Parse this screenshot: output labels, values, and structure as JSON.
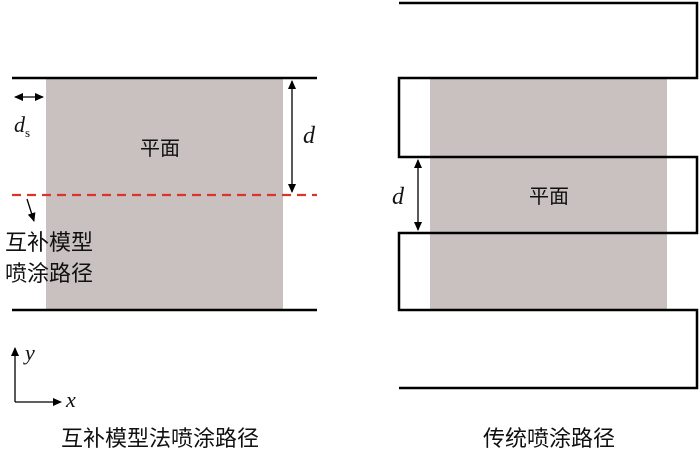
{
  "left_figure": {
    "plane_label": "平面",
    "dim_d": "d",
    "dim_ds_main": "d",
    "dim_ds_sub": "s",
    "path_label_line1": "互补模型",
    "path_label_line2": "喷涂路径",
    "axis_y": "y",
    "axis_x": "x",
    "caption": "互补模型法喷涂路径"
  },
  "right_figure": {
    "plane_label": "平面",
    "dim_d": "d",
    "caption": "传统喷涂路径"
  },
  "colors": {
    "plane_fill": "#c8c1bf",
    "path_line": "#000000",
    "dashed_path": "#d9362b"
  }
}
